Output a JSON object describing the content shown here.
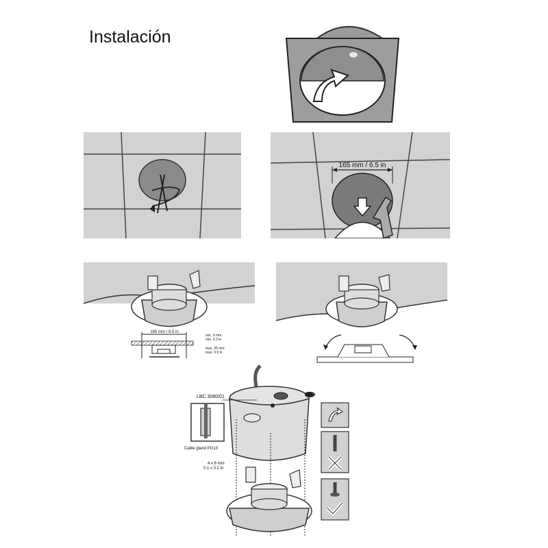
{
  "page": {
    "title": "Instalación"
  },
  "step_cutout": {
    "dimension_label": "165 mm / 6.5 in"
  },
  "step_mount": {
    "dimension_label": "165 mm / 6.5 in",
    "thickness_min": "min. 9 mm",
    "thickness_min_in": "min. 0.3 in",
    "thickness_max": "max. 25 mm",
    "thickness_max_in": "max. 0.9 in"
  },
  "step_cable": {
    "model_label": "LBC 3080/01",
    "gland_label": "Cable gland PG13",
    "screw_label": "4 x 6 mm",
    "screw_label_in": "0.1 x 0.2 in"
  }
}
